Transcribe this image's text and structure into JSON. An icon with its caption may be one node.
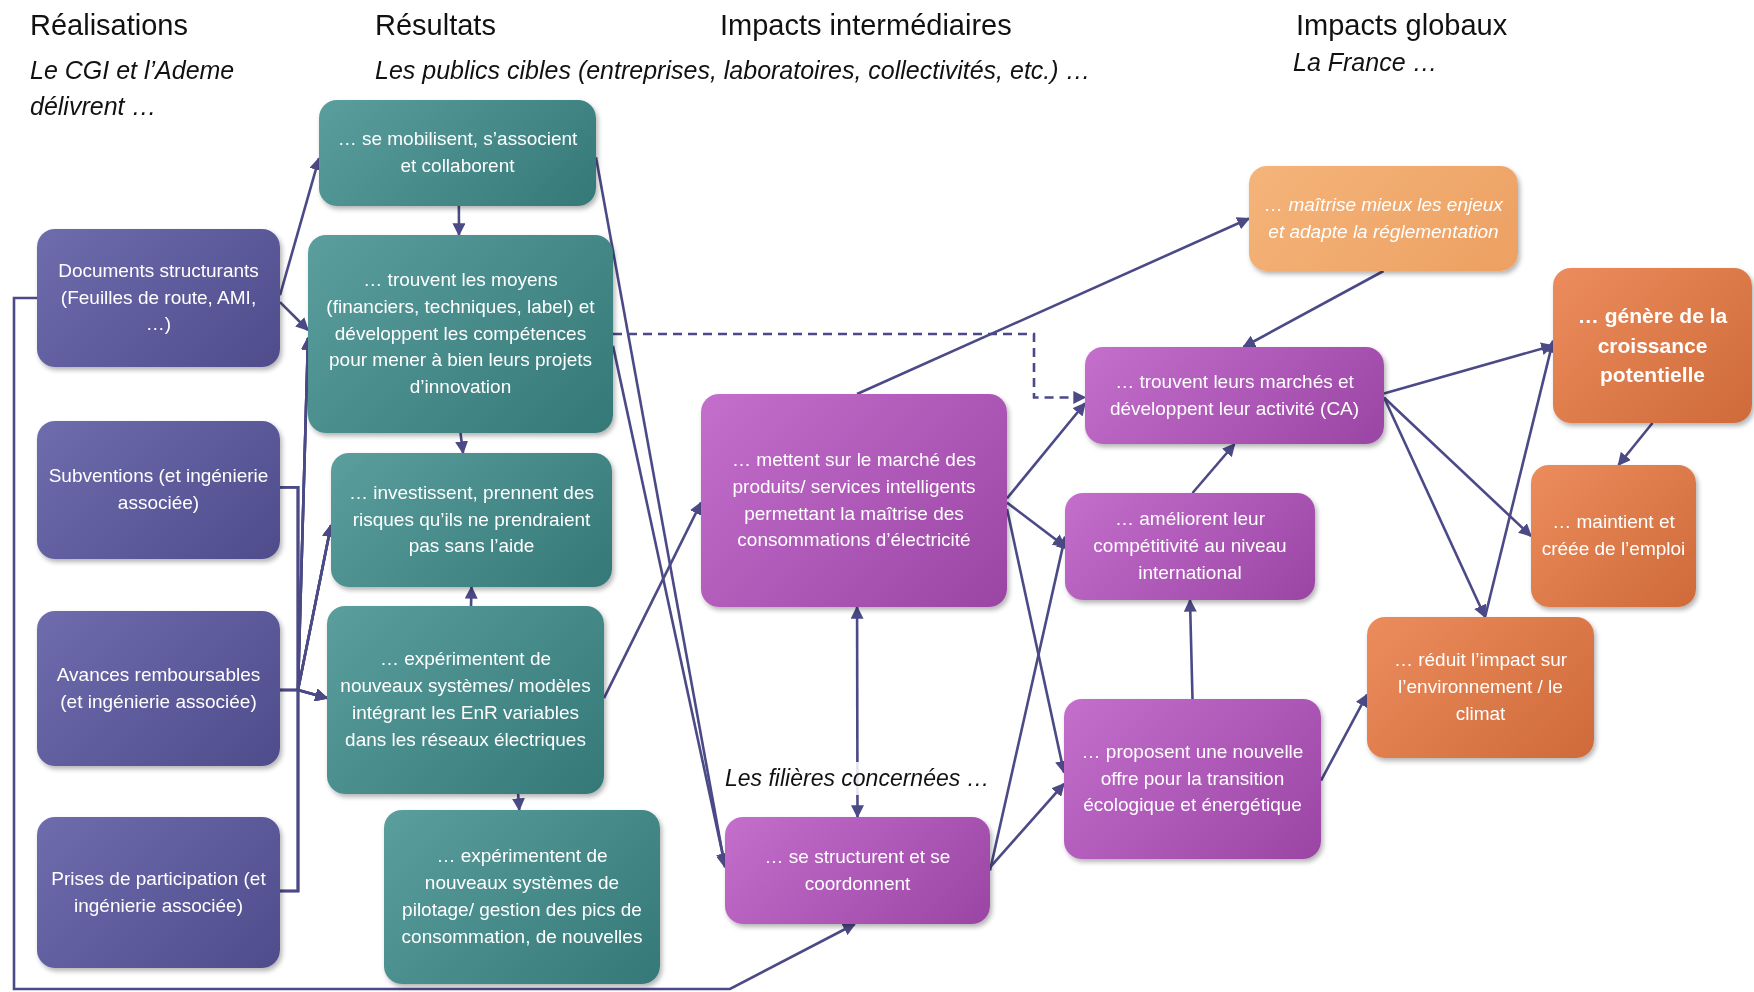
{
  "diagram": {
    "nodes": [
      {
        "text": [
          "Documents structurants (Feuilles de route, AMI, …)"
        ]
      },
      {
        "text": [
          "Subventions (et ingénierie associée)"
        ]
      },
      {
        "text": [
          "Avances remboursables (et ingénierie associée)"
        ]
      },
      {
        "text": [
          "Prises de participation (et ingénierie associée)"
        ]
      },
      {
        "text": [
          "… se mobilisent, s’associent et collaborent"
        ]
      },
      {
        "text": [
          "… trouvent les moyens (financiers, techniques, label) et développent les compétences pour mener à bien leurs projets d’innovation"
        ]
      },
      {
        "text": [
          "… investissent, prennent des risques qu’ils ne prendraient pas sans l’aide"
        ]
      },
      {
        "text": [
          "… expérimentent de nouveaux systèmes/ modèles intégrant les EnR variables dans les réseaux électriques"
        ]
      },
      {
        "text": [
          "… expérimentent de nouveaux systèmes de pilotage/ gestion des pics de consommation, de nouvelles"
        ]
      },
      {
        "text": [
          "… mettent sur le marché des produits/ services intelligents permettant la maîtrise des consommations d’électricité"
        ]
      },
      {
        "text": [
          "… se structurent et se coordonnent"
        ]
      },
      {
        "text": [
          "… maîtrise mieux les enjeux et adapte la réglementation"
        ]
      },
      {
        "text": [
          "… trouvent leurs marchés et développent leur activité (CA)"
        ]
      },
      {
        "text": [
          "… améliorent leur compétitivité au niveau international"
        ]
      },
      {
        "text": [
          "… proposent une nouvelle offre pour la transition écologique et énergétique"
        ]
      },
      {
        "text": [
          "… génère de la croissance potentielle"
        ]
      },
      {
        "text": [
          "… maintient et créée de l’emploi"
        ]
      },
      {
        "text": [
          "… réduit l’impact sur l’environnement / le climat"
        ]
      }
    ],
    "edges": [
      {
        "from": 0,
        "to": 4,
        "arrow": "to"
      },
      {
        "from": 0,
        "to": 5,
        "arrow": "to"
      },
      {
        "from": 0,
        "to": 10,
        "arrow": "to"
      },
      {
        "from": 1,
        "to": 5,
        "arrow": "to"
      },
      {
        "from": 1,
        "to": 6,
        "arrow": "to"
      },
      {
        "from": 1,
        "to": 7,
        "arrow": "to"
      },
      {
        "from": 2,
        "to": 5,
        "arrow": "to"
      },
      {
        "from": 2,
        "to": 6,
        "arrow": "to"
      },
      {
        "from": 2,
        "to": 7,
        "arrow": "to"
      },
      {
        "from": 3,
        "to": 5,
        "arrow": "to"
      },
      {
        "from": 3,
        "to": 6,
        "arrow": "to"
      },
      {
        "from": 3,
        "to": 7,
        "arrow": "to"
      },
      {
        "from": 4,
        "to": 5,
        "arrow": "to"
      },
      {
        "from": 5,
        "to": 6,
        "arrow": "to"
      },
      {
        "from": 7,
        "to": 6,
        "arrow": "to"
      },
      {
        "from": 7,
        "to": 8,
        "arrow": "to"
      },
      {
        "from": 5,
        "to": 12,
        "arrow": "to",
        "style": "dashed"
      },
      {
        "from": 4,
        "to": 10,
        "arrow": "to"
      },
      {
        "from": 5,
        "to": 10,
        "arrow": "to"
      },
      {
        "from": 7,
        "to": 9,
        "arrow": "to"
      },
      {
        "from": 9,
        "to": 10,
        "arrow": "both"
      },
      {
        "from": 9,
        "to": 11,
        "arrow": "to"
      },
      {
        "from": 11,
        "to": 12,
        "arrow": "to"
      },
      {
        "from": 9,
        "to": 12,
        "arrow": "to"
      },
      {
        "from": 9,
        "to": 13,
        "arrow": "to"
      },
      {
        "from": 9,
        "to": 14,
        "arrow": "to"
      },
      {
        "from": 10,
        "to": 13,
        "arrow": "to"
      },
      {
        "from": 10,
        "to": 14,
        "arrow": "to"
      },
      {
        "from": 13,
        "to": 12,
        "arrow": "to"
      },
      {
        "from": 14,
        "to": 13,
        "arrow": "to"
      },
      {
        "from": 14,
        "to": 17,
        "arrow": "to"
      },
      {
        "from": 12,
        "to": 15,
        "arrow": "to"
      },
      {
        "from": 12,
        "to": 16,
        "arrow": "to"
      },
      {
        "from": 12,
        "to": 17,
        "arrow": "to"
      },
      {
        "from": 17,
        "to": 15,
        "arrow": "to"
      },
      {
        "from": 15,
        "to": 16,
        "arrow": "to"
      }
    ],
    "labels": [
      "Réalisations",
      "Résultats",
      "Impacts intermédiaires",
      "Impacts globaux",
      "Le CGI et l’Ademe délivrent …",
      "Les publics cibles (entreprises, laboratoires, collectivités, etc.) …",
      "La France …",
      "Les filières concernées …"
    ]
  }
}
